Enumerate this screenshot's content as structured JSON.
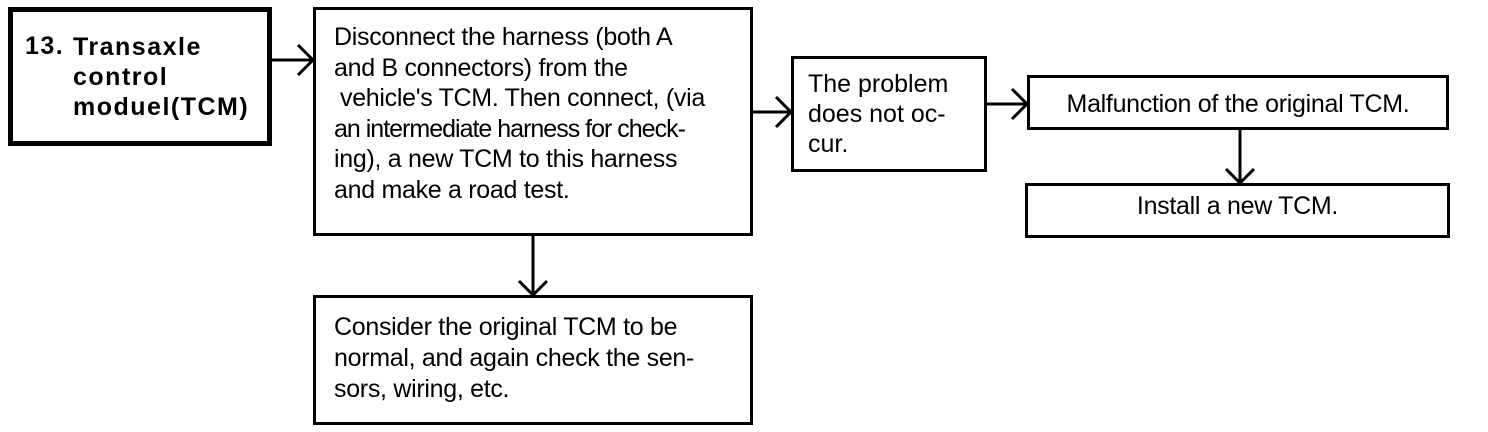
{
  "step": {
    "number": "13.",
    "title_lines": [
      "Transaxle",
      "control",
      "moduel(TCM)"
    ]
  },
  "action": {
    "lines": [
      "Disconnect the harness (both A",
      "and B connectors) from the",
      "vehicle's TCM. Then connect, (via",
      "an intermediate harness for check-",
      "ing), a new TCM to this harness",
      "and make a road test."
    ]
  },
  "result_ok": {
    "lines": [
      "The problem",
      "does not oc-",
      "cur."
    ]
  },
  "result_normal": {
    "lines": [
      "Consider the original TCM to be",
      "normal, and again check the sen-",
      "sors, wiring, etc."
    ]
  },
  "diagnosis": {
    "text": "Malfunction of the original TCM."
  },
  "remedy": {
    "text": "Install a new TCM."
  }
}
